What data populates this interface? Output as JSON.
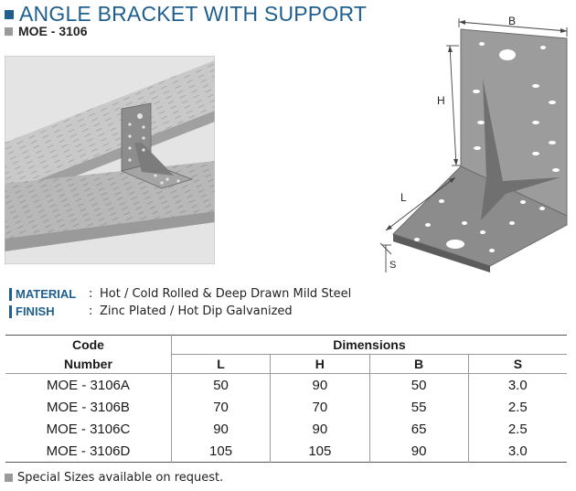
{
  "header": {
    "title": "ANGLE BRACKET WITH SUPPORT",
    "product_code": "MOE - 3106"
  },
  "diagram": {
    "dim_B": "B",
    "dim_H": "H",
    "dim_L": "L",
    "dim_S": "S"
  },
  "specs": {
    "material_label": "MATERIAL",
    "material_value": "Hot / Cold Rolled & Deep Drawn Mild Steel",
    "finish_label": "FINISH",
    "finish_value": "Zinc Plated / Hot Dip Galvanized",
    "separator": ":"
  },
  "table": {
    "code_header_1": "Code",
    "code_header_2": "Number",
    "dimensions_header": "Dimensions",
    "columns": [
      "L",
      "H",
      "B",
      "S"
    ],
    "rows": [
      {
        "code": "MOE - 3106A",
        "L": "50",
        "H": "90",
        "B": "50",
        "S": "3.0"
      },
      {
        "code": "MOE - 3106B",
        "L": "70",
        "H": "70",
        "B": "55",
        "S": "2.5"
      },
      {
        "code": "MOE - 3106C",
        "L": "90",
        "H": "90",
        "B": "65",
        "S": "2.5"
      },
      {
        "code": "MOE - 3106D",
        "L": "105",
        "H": "105",
        "B": "90",
        "S": "3.0"
      }
    ]
  },
  "footer": {
    "note": "Special Sizes available on request."
  },
  "colors": {
    "accent_blue": "#1f5f8f",
    "marker_gray": "#9a9a9a"
  }
}
